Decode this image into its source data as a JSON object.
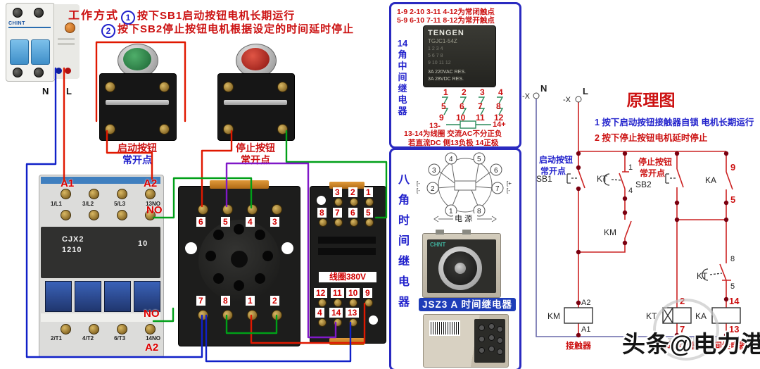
{
  "colors": {
    "accent_red": "#cc1111",
    "accent_blue": "#2222cc",
    "wire_red": "#e01800",
    "wire_blue": "#1020c8",
    "wire_green": "#00a018",
    "wire_purple": "#8018c8",
    "panel_border": "#2a2ac0",
    "banner_bg": "#1e3db8"
  },
  "workmode": {
    "title": "工作方式",
    "n1": "1",
    "line1": "按下SB1启动按钮电机长期运行",
    "n2": "2",
    "line2": "按下SB2停止按钮电机根据设定的时间延时停止"
  },
  "breaker": {
    "brand": "CHINT",
    "n": "N",
    "l": "L"
  },
  "btn_start": {
    "name": "启动按钮",
    "type": "常开点"
  },
  "btn_stop": {
    "name": "停止按钮",
    "type": "常开点"
  },
  "contactor": {
    "model1": "CJX2",
    "model2": "1210",
    "aux": "10",
    "a1": "A1",
    "a2": "A2",
    "no1": "NO",
    "no2": "NO",
    "a2b": "A2",
    "top": [
      "1/L1",
      "3/L2",
      "5/L3",
      "13NO"
    ],
    "bottom": [
      "2/T1",
      "4/T2",
      "6/T3",
      "14NO"
    ]
  },
  "socket8": {
    "top": [
      "6",
      "5",
      "4",
      "3"
    ],
    "bottom": [
      "7",
      "8",
      "1",
      "2"
    ]
  },
  "socket14": {
    "r1": [
      "3",
      "2",
      "1"
    ],
    "r2": [
      "8",
      "7",
      "6",
      "5"
    ],
    "r3": [
      "12",
      "11",
      "10",
      "9"
    ],
    "r4": [
      "4",
      "14",
      "13"
    ],
    "coil": "线圈380V"
  },
  "panel14": {
    "nc": "1-9 2-10 3-11 4-12为常闭触点",
    "no": "5-9 6-10 7-11 8-12为常开触点",
    "side": "14角中间继电器",
    "brand": "TENGEN",
    "model": "TGJC1-54Z",
    "spec1": "3A 220VAC RES.",
    "spec2": "3A 28VDC RES.",
    "pins1": [
      "1",
      "2",
      "3",
      "4"
    ],
    "pins2": [
      "5",
      "6",
      "7",
      "8"
    ],
    "pins3": [
      "9",
      "10",
      "11",
      "12"
    ],
    "neg": "13-",
    "pos": "14+",
    "note1": "13-14为线圈  交流AC不分正负",
    "note2": "若直流DC  侧13负极  14正极"
  },
  "panel8": {
    "side": "八角时间继电器",
    "power": "电 源",
    "lm1": "[-",
    "lm2": "[-",
    "rm1": "[+",
    "rm2": "[-",
    "pins": [
      "1",
      "2",
      "3",
      "4",
      "5",
      "6",
      "7",
      "8"
    ],
    "brand": "CHNT",
    "banner": "JSZ3 A 时间继电器"
  },
  "sch": {
    "title": "原理图",
    "note1": "1  按下启动按钮接触器自锁  电机长期运行",
    "note2": "2  按下停止按钮电机延时停止",
    "x1": "-X",
    "n": "N",
    "x2": "-X",
    "l": "L",
    "start1": "启动按钮",
    "start2": "常开点",
    "sb1": "SB1",
    "kt1": "KT",
    "c1": "1",
    "c4": "4",
    "stop1": "停止按钮",
    "stop2": "常开点",
    "sb2": "SB2",
    "ka1": "KA",
    "c9": "9",
    "c5": "5",
    "km1": "KM",
    "c8": "8",
    "kt2": "KT",
    "c5b": "5",
    "c2": "2",
    "ktc": "KT",
    "c7": "7",
    "c14": "14",
    "kac": "KA",
    "c13": "13",
    "a2": "A2",
    "kmc": "KM",
    "a1": "A1",
    "lkm": "接触器",
    "lkt": "时间继电器",
    "lka": "中间继电器"
  },
  "wm": {
    "text": "头条@电力港",
    "stamp": "变频圈"
  }
}
